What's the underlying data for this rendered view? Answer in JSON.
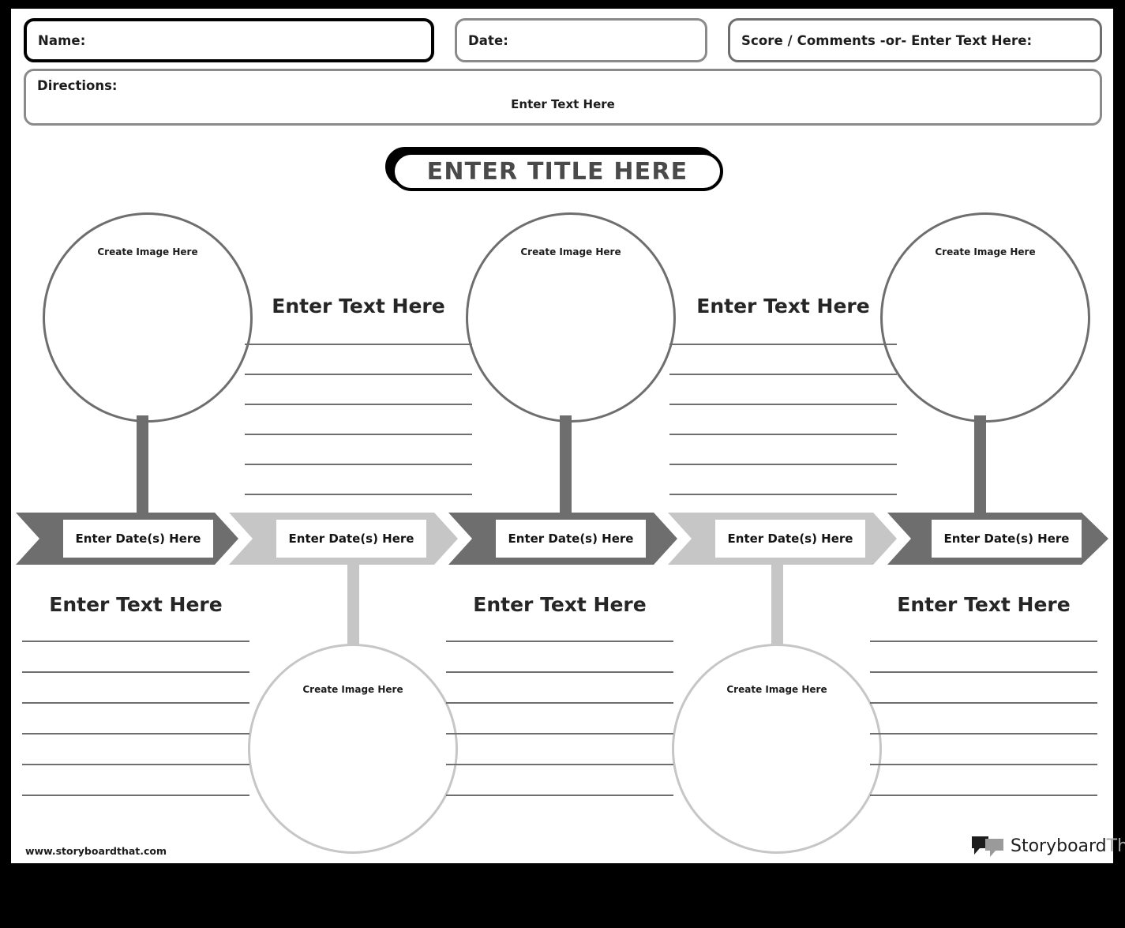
{
  "header": {
    "name_label": "Name:",
    "date_label": "Date:",
    "score_label": "Score / Comments -or- Enter Text Here:",
    "directions_label": "Directions:",
    "directions_value": "Enter Text Here"
  },
  "title": "ENTER TITLE HERE",
  "placeholders": {
    "image": "Create Image Here",
    "text": "Enter Text Here",
    "date": "Enter Date(s) Here"
  },
  "top_row": {
    "circles": [
      {
        "label": "Create Image Here"
      },
      {
        "label": "Create Image Here"
      },
      {
        "label": "Create Image Here"
      }
    ],
    "text_blocks": [
      {
        "heading": "Enter Text Here",
        "lines": 6
      },
      {
        "heading": "Enter Text Here",
        "lines": 6
      }
    ]
  },
  "timeline": {
    "steps": [
      {
        "label": "Enter Date(s) Here",
        "tone": "dark"
      },
      {
        "label": "Enter Date(s) Here",
        "tone": "light"
      },
      {
        "label": "Enter Date(s) Here",
        "tone": "dark"
      },
      {
        "label": "Enter Date(s) Here",
        "tone": "light"
      },
      {
        "label": "Enter Date(s) Here",
        "tone": "dark"
      }
    ]
  },
  "bottom_row": {
    "text_blocks": [
      {
        "heading": "Enter Text Here",
        "lines": 6
      },
      {
        "heading": "Enter Text Here",
        "lines": 6
      },
      {
        "heading": "Enter Text Here",
        "lines": 6
      }
    ],
    "circles": [
      {
        "label": "Create Image Here"
      },
      {
        "label": "Create Image Here"
      }
    ]
  },
  "footer": {
    "url": "www.storyboardthat.com",
    "logo_primary": "Storyboard",
    "logo_secondary": "That"
  },
  "colors": {
    "dark_gray": "#6e6e6e",
    "light_gray": "#c6c6c6",
    "black": "#000000",
    "title_text": "#4a4a4a"
  }
}
